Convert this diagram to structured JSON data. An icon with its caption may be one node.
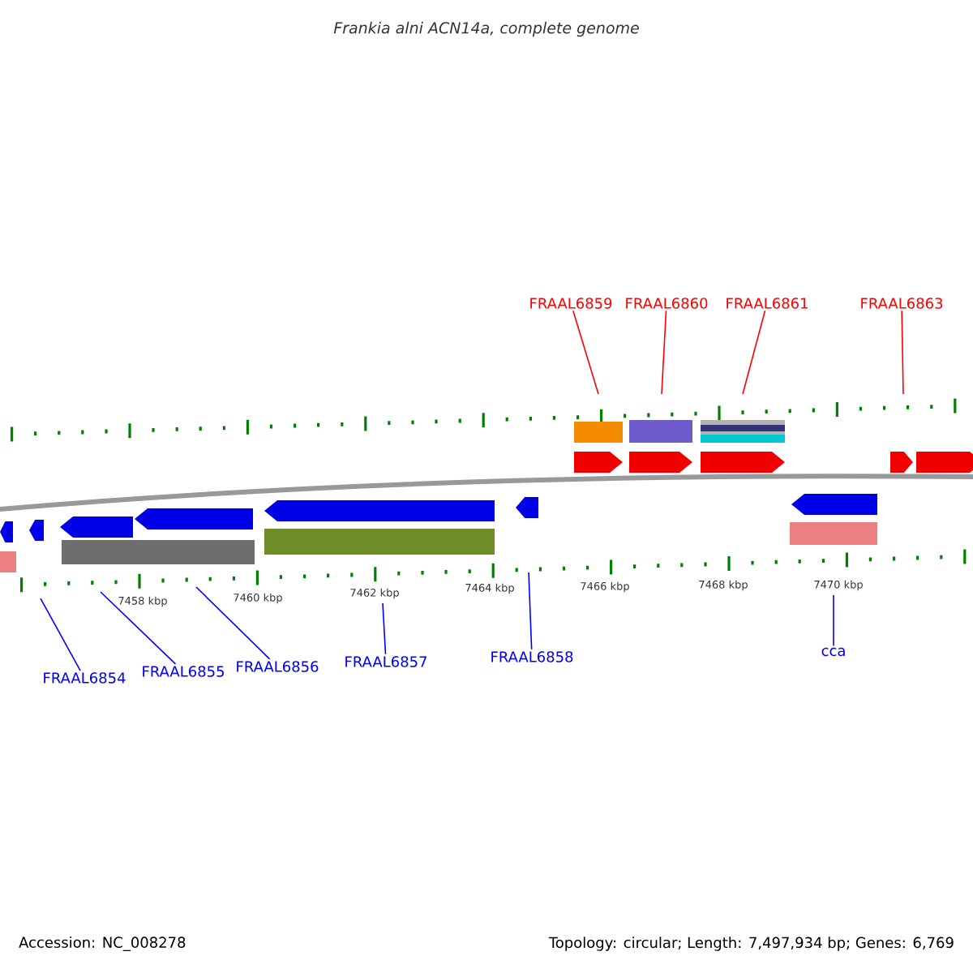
{
  "diagram": {
    "title": "Frankia alni ACN14a, complete genome",
    "nodes": [
      {
        "text": [
          "FRAAL6859"
        ]
      },
      {
        "text": [
          "FRAAL6860"
        ]
      },
      {
        "text": [
          "FRAAL6861"
        ]
      },
      {
        "text": [
          "FRAAL6863"
        ]
      },
      {
        "text": [
          "FRAAL6854"
        ]
      },
      {
        "text": [
          "FRAAL6855"
        ]
      },
      {
        "text": [
          "FRAAL6856"
        ]
      },
      {
        "text": [
          "FRAAL6857"
        ]
      },
      {
        "text": [
          "FRAAL6858"
        ]
      },
      {
        "text": [
          "cca"
        ]
      },
      {
        "text": [],
        "shape": "picture"
      }
    ],
    "edges": [
      {
        "from": 0,
        "to": 10,
        "arrow": "none",
        "color": "#ff0000"
      },
      {
        "from": 1,
        "to": 10,
        "arrow": "none",
        "color": "#ff0000"
      },
      {
        "from": 2,
        "to": 10,
        "arrow": "none",
        "color": "#ff0000"
      },
      {
        "from": 3,
        "to": 10,
        "arrow": "none",
        "color": "#ff0000"
      },
      {
        "from": 4,
        "to": 10,
        "arrow": "none"
      },
      {
        "from": 5,
        "to": 10,
        "arrow": "none"
      },
      {
        "from": 6,
        "to": 10,
        "arrow": "none"
      },
      {
        "from": 7,
        "to": 10,
        "arrow": "none"
      },
      {
        "from": 8,
        "to": 10,
        "arrow": "none"
      },
      {
        "from": 9,
        "to": 10,
        "arrow": "none"
      }
    ],
    "labels": [
      "7458 kbp",
      "7460 kbp",
      "7462 kbp",
      "7464 kbp",
      "7466 kbp",
      "7468 kbp",
      "7470 kbp",
      "Accession: NC_008278",
      "Topology: circular; Length: 7,497,934 bp; Genes: 6,769"
    ]
  }
}
